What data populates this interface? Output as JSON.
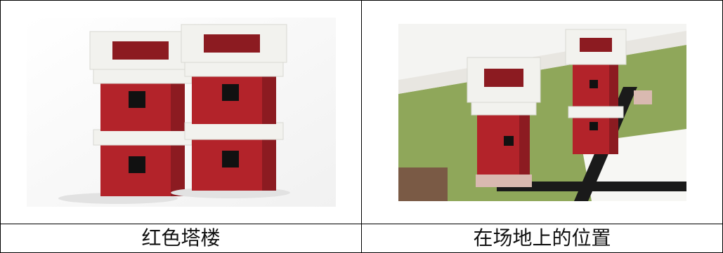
{
  "table": {
    "cells": [
      {
        "caption": "红色塔楼",
        "image_icon": "red-towers-photo"
      },
      {
        "caption": "在场地上的位置",
        "image_icon": "towers-on-field-photo"
      }
    ]
  },
  "colors": {
    "brick_red": "#b3232a",
    "brick_white": "#f2f2ee",
    "field_green": "#8fa75a",
    "line_black": "#1a1a1a"
  }
}
